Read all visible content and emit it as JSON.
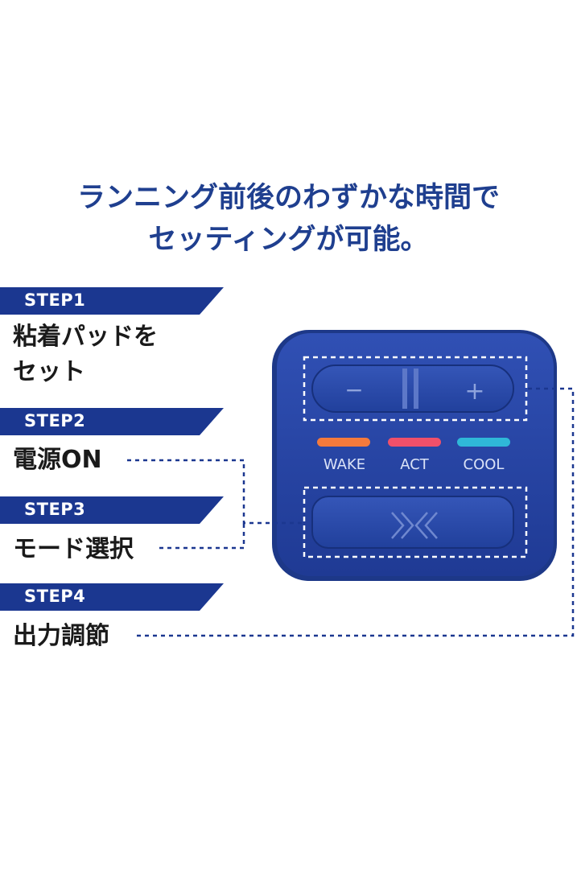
{
  "headline": {
    "line1": "ランニング前後のわずかな時間で",
    "line2": "セッティングが可能。"
  },
  "steps": [
    {
      "label": "STEP1",
      "lines": [
        "粘着パッドを",
        "セット"
      ]
    },
    {
      "label": "STEP2",
      "lines": [
        "電源ON"
      ]
    },
    {
      "label": "STEP3",
      "lines": [
        "モード選択"
      ]
    },
    {
      "label": "STEP4",
      "lines": [
        "出力調節"
      ]
    }
  ],
  "device": {
    "minus_symbol": "−",
    "plus_symbol": "+",
    "modes": [
      {
        "label": "WAKE",
        "color": "#f47a3c"
      },
      {
        "label": "ACT",
        "color": "#f0506a"
      },
      {
        "label": "COOL",
        "color": "#2fb8d8"
      }
    ],
    "mode_button_icon": "xx-logo-icon",
    "body_color": "#2a48a8",
    "button_color": "#2c4aa8"
  },
  "colors": {
    "brand_navy": "#1b3790",
    "headline": "#1f3f8f",
    "dotted_line": "#1b3790"
  }
}
